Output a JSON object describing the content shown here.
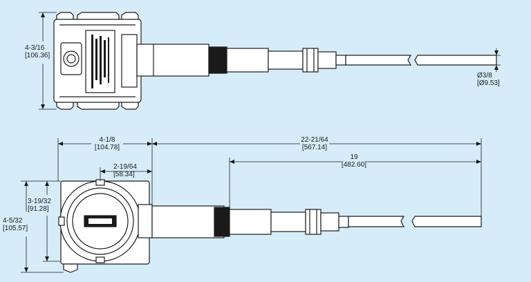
{
  "top_view": {
    "height_dim": {
      "in": "4-3/16",
      "mm": "[106.36]"
    },
    "diameter_dim": {
      "in": "Ø3/8",
      "mm": "[Ø9.53]"
    }
  },
  "bottom_view": {
    "width_dim": {
      "in": "4-1/8",
      "mm": "[104.78]"
    },
    "neck_dim": {
      "in": "2-19/64",
      "mm": "[58.34]"
    },
    "overall_dim": {
      "in": "22-21/64",
      "mm": "[567.14]"
    },
    "probe_dim": {
      "in": "19",
      "mm": "[482.60]"
    },
    "body_height_dim": {
      "in": "3-19/32",
      "mm": "[91.28]"
    },
    "total_height_dim": {
      "in": "4-5/32",
      "mm": "[105.57]"
    }
  },
  "colors": {
    "background": "#d6ecf8",
    "line": "#1a1a1a",
    "fill": "#ffffff"
  }
}
